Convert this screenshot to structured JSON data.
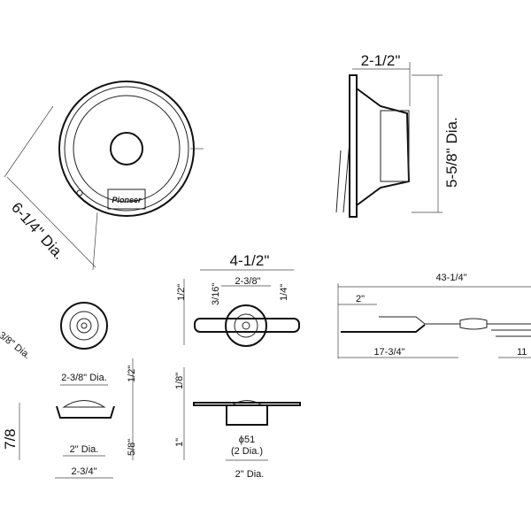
{
  "woofer": {
    "diameter": "6-1/4\" Dia.",
    "depth": "2-1/2\"",
    "side_diameter": "5-5/8\" Dia.",
    "brand": "Pioneer"
  },
  "tweeter": {
    "cut_dia": "3/8\" Dia.",
    "height_left": "7/8",
    "outer_dia": "2-3/8\" Dia.",
    "top_h": "1/2\"",
    "bottom_h": "5/8\"",
    "inner_dia": "2\" Dia.",
    "flange": "2-3/4\""
  },
  "bracket": {
    "width": "4-1/2\"",
    "hole_span": "2-3/8\"",
    "slot_w": "3/16\"",
    "slot_r": "1/4\"",
    "height": "1/2\"",
    "flange_h": "1/8\"",
    "depth": "1\"",
    "phi": "ϕ51",
    "phi_alt": "(2 Dia.)",
    "dia": "2\" Dia."
  },
  "wire": {
    "total": "43-1/4\"",
    "lead": "2\"",
    "first": "17-3/4\"",
    "last": "11"
  }
}
